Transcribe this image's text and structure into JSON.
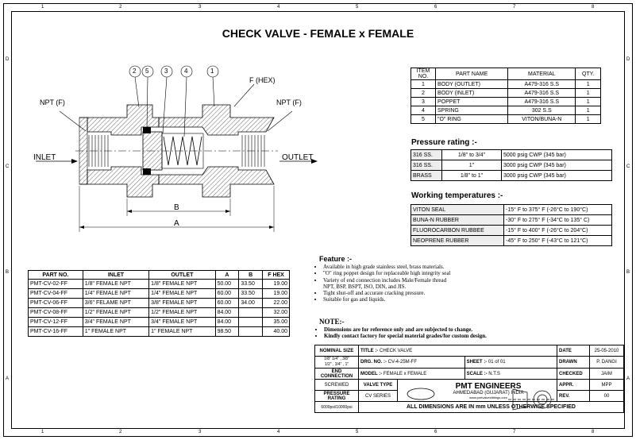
{
  "title": "CHECK VALVE - FEMALE x FEMALE",
  "zones": {
    "top": [
      "1",
      "2",
      "3",
      "4",
      "5",
      "6",
      "7",
      "8"
    ],
    "side": [
      "D",
      "C",
      "B",
      "A"
    ]
  },
  "drawing": {
    "balloons": [
      "2",
      "5",
      "3",
      "4",
      "1"
    ],
    "f_hex": "F (HEX)",
    "npt_left": "NPT (F)",
    "npt_right": "NPT (F)",
    "inlet": "INLET",
    "outlet": "OUTLET",
    "dim_b": "B",
    "dim_a": "A"
  },
  "parts": {
    "headers": [
      "ITEM NO.",
      "PART NAME",
      "MATERIAL",
      "QTY."
    ],
    "rows": [
      [
        "1",
        "BODY (OUTLET)",
        "A479-316 S.S",
        "1"
      ],
      [
        "2",
        "BODY (INLET)",
        "A479-316 S.S",
        "1"
      ],
      [
        "3",
        "POPPET",
        "A479-316 S.S",
        "1"
      ],
      [
        "4",
        "SPRING",
        "302 S.S",
        "1"
      ],
      [
        "5",
        "\"O\" RING",
        "VITON/BUNA-N",
        "1"
      ]
    ]
  },
  "pressure": {
    "heading": "Pressure rating :-",
    "rows": [
      [
        "316 SS.",
        "1/8\" to 3/4\"",
        "5000 psig CWP (345 bar)"
      ],
      [
        "316 SS.",
        "1\"",
        "3000 psig CWP (345 bar)"
      ],
      [
        "BRASS",
        "1/8\" to 1\"",
        "3000 psig CWP (345 bar)"
      ]
    ]
  },
  "temps": {
    "heading": "Working temperatures :-",
    "rows": [
      [
        "VITON SEAL",
        "-15° F to 375° F (-26°C to 190°C)"
      ],
      [
        "BUNA-N RUBBER",
        "-30° F to 275° F (-34°C to 135° C)"
      ],
      [
        "FLUOROCARBON RUBBEE",
        "-15° F to 400° F (-26°C to 204°C)"
      ],
      [
        "NEOPRENE RUBBER",
        "-45° F to 250° F (-43°C to 121°C)"
      ]
    ]
  },
  "dims": {
    "headers": [
      "PART NO.",
      "INLET",
      "OUTLET",
      "A",
      "B",
      "F HEX"
    ],
    "rows": [
      [
        "PMT-CV-02-FF",
        "1/8\" FEMALE NPT",
        "1/8\" FEMALE NPT",
        "50.00",
        "33.50",
        "19.00"
      ],
      [
        "PMT-CV-04-FF",
        "1/4\" FEMALE NPT",
        "1/4\" FEMALE NPT",
        "60.00",
        "33.50",
        "19.00"
      ],
      [
        "PMT-CV-06-FF",
        "3/6\" FELAME NPT",
        "3/8\" FEMALE NPT",
        "60.00",
        "34.00",
        "22.00"
      ],
      [
        "PMT-CV-08-FF",
        "1/2\" FEMALE NPT",
        "1/2\" FEMALE NPT",
        "84.00",
        "",
        "32.00"
      ],
      [
        "PMT-CV-12-FF",
        "3/4\" FEMALE NPT",
        "3/4\" FEMALE NPT",
        "84.00",
        "",
        "35.00"
      ],
      [
        "PMT-CV-16-FF",
        "1\" FEMALE NPT",
        "1\" FEMALE NPT",
        "98.50",
        "",
        "40.00"
      ]
    ]
  },
  "feature": {
    "heading": "Feature :-",
    "items": [
      "Available in high grade stainless steel, brass materials.",
      "\"O\" ring poppet design for replaceable high integrity seal",
      "Variety of end connection includes Male/Female thread",
      "NPT, BSP, BSPT, ISO, DIN, and JIS.",
      "Tight shut-off and accurate cracking pressure.",
      "Suitable for gas and liquids."
    ]
  },
  "note": {
    "heading": "NOTE:-",
    "items": [
      "Dimensions are for reference only and are subjected to change.",
      "Kindly contact factory for special material grades/for custom design."
    ]
  },
  "titleblock": {
    "nominal_size_label": "NOMINAL SIZE",
    "nominal_size_l1": "1/8\" 1/4\" , 3/8\"",
    "nominal_size_l2": "1/2\" , 3/4\" , 1\"",
    "title_label": "TITLE :-",
    "title_value": "CHECK VALVE",
    "date_label": "DATE",
    "date_value": "25-05-2010",
    "drg_label": "DRG. NO. :-",
    "drg_value": "CV-4-25M-FF",
    "sheet_label": "SHEET :-",
    "sheet_value": "01 of 01",
    "drawn_label": "DRAWN",
    "drawn_value": "P. DANGI",
    "end_label": "END CONNECTION",
    "end_value": "SCREWED",
    "model_label": "MODEL :-",
    "model_value": "FEMALE x FEMALE",
    "scale_label": "SCALE :-",
    "scale_value": "N.T.S",
    "checked_label": "CHECKED",
    "checked_value": "JAIM",
    "valve_type_label": "VALVE TYPE",
    "valve_type_value": "CV SERIES",
    "company": "PMT ENGINEERS",
    "city": "AHMEDABAD (GUJARAT) INDIA",
    "web": "www.pmtvalvesfittings.com",
    "appr_label": "APPR.",
    "appr_value": "MPP",
    "rev_label": "REV.",
    "rev_value": "00",
    "pressure_label": "PRESSURE RATING",
    "pressure_value": "6000psi/10000psi",
    "dims_note": "ALL DIMENSIONS ARE IN mm UNLESS OTHERWISE SPECIFIED"
  }
}
